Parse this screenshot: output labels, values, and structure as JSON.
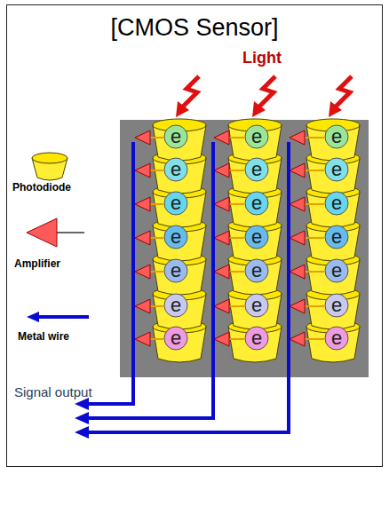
{
  "diagram": {
    "title": "[CMOS Sensor]",
    "nodes": [
      {
        "text": [
          "e"
        ]
      },
      {
        "text": [
          "e"
        ]
      },
      {
        "text": [
          "e"
        ]
      },
      {
        "text": [
          "e"
        ]
      },
      {
        "text": [
          "e"
        ]
      },
      {
        "text": [
          "e"
        ]
      },
      {
        "text": [
          "e"
        ]
      },
      {
        "text": [
          "e"
        ]
      },
      {
        "text": [
          "e"
        ]
      },
      {
        "text": [
          "e"
        ]
      },
      {
        "text": [
          "e"
        ]
      },
      {
        "text": [
          "e"
        ]
      },
      {
        "text": [
          "e"
        ]
      },
      {
        "text": [
          "e"
        ]
      },
      {
        "text": [
          "e"
        ]
      },
      {
        "text": [
          "e"
        ]
      },
      {
        "text": [
          "e"
        ]
      },
      {
        "text": [
          "e"
        ]
      },
      {
        "text": [
          "e"
        ]
      },
      {
        "text": [
          "e"
        ]
      },
      {
        "text": [
          "e"
        ]
      }
    ],
    "labels": [
      "Light",
      "Signal output"
    ],
    "legend": [
      {
        "text": "Photodiode"
      },
      {
        "text": "Amplifier"
      },
      {
        "text": "Metal wire"
      }
    ]
  }
}
